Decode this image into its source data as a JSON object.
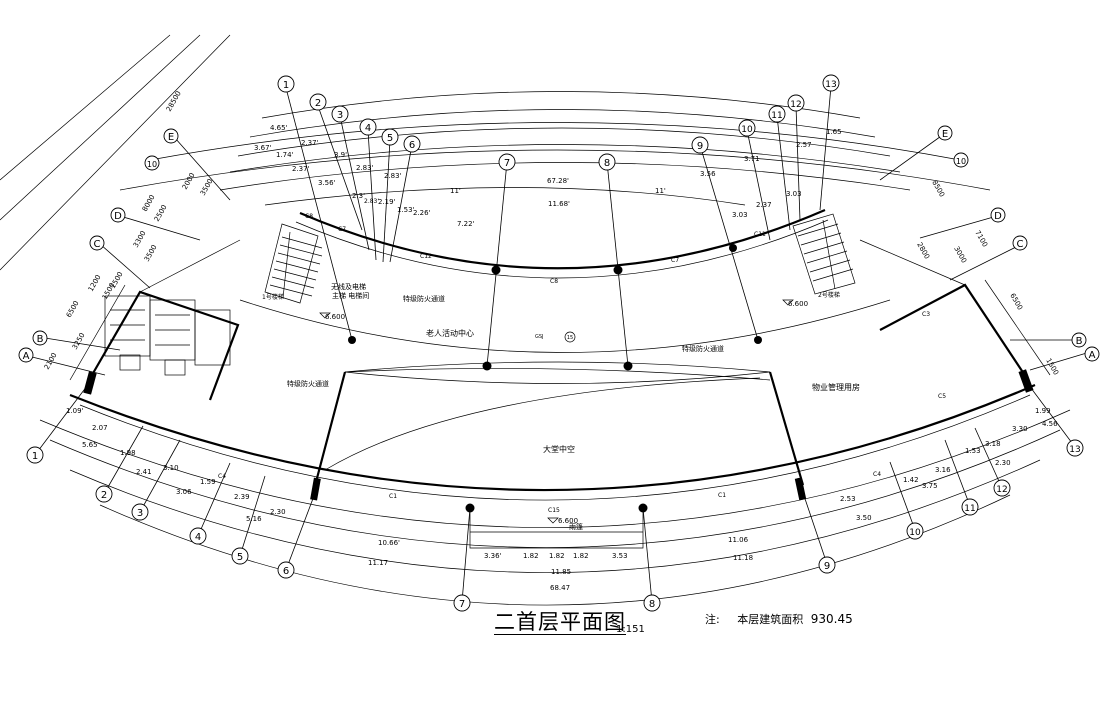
{
  "title": "二首层平面图",
  "scale": "1:151",
  "note": {
    "label": "注:",
    "text": "本层建筑面积",
    "value": "930.45"
  },
  "rooms": {
    "activity_center": "老人活动中心",
    "hall": "大堂中空",
    "property_office": "物业管理用房",
    "fire_corridor": "特级防火通道",
    "fire_corridor_right": "特级防火通道",
    "fire_corridor_left": "特级防火通道",
    "control_room": "无线及电梯",
    "elevator_room": "主梯 电梯间",
    "canopy": "雨篷",
    "stair_left": "1号楼梯",
    "stair_right": "2号楼梯"
  },
  "axes": {
    "numbers": [
      "1",
      "2",
      "3",
      "4",
      "5",
      "6",
      "7",
      "8",
      "9",
      "10",
      "11",
      "12",
      "13"
    ],
    "letters": [
      "A",
      "B",
      "C",
      "D",
      "E"
    ]
  },
  "levels": [
    "6.600",
    "6.600",
    "6.600"
  ],
  "dims_top_outer": [
    "67.28'"
  ],
  "dims_top_mid": [
    "11'",
    "11.68'",
    "11'"
  ],
  "dims_top_left": [
    "4.65'",
    "2.37'",
    "3.67'",
    "1.74'",
    "2.37'",
    "3.9'",
    "3.56'",
    "2.83'",
    "2.83'",
    "2.3'",
    "2.19'",
    "2.83'",
    "1.53'",
    "2.26'",
    "7.22'"
  ],
  "dims_top_right": [
    "3.56",
    "3.71",
    "2.57",
    "1.65",
    "3.03",
    "2.37",
    "3.03"
  ],
  "dims_bottom_outer": [
    "68.47"
  ],
  "dims_bottom_mid": [
    "11.17",
    "11.85",
    "11.18"
  ],
  "dims_bottom_inner": [
    "10.66'",
    "11.06"
  ],
  "dims_bottom_canopy": [
    "3.36'",
    "1.82",
    "1.82",
    "1.82",
    "3.53"
  ],
  "dims_left_bottom": [
    "1.09'",
    "2.07",
    "5.65",
    "1.98",
    "2.41",
    "3.10",
    "3.06",
    "1.59",
    "2.39",
    "5.16",
    "2.30"
  ],
  "dims_right_bottom": [
    "1.99",
    "4.56",
    "3.16",
    "3.30",
    "2.30",
    "3.18",
    "1.53",
    "1.42",
    "3.75",
    "2.53",
    "3.50"
  ],
  "dims_left_side": [
    "2000",
    "3500",
    "2500",
    "3300",
    "3500",
    "1500",
    "1200",
    "6500",
    "3250",
    "28500",
    "1500",
    "2100",
    "8000"
  ],
  "dims_right_side": [
    "8500",
    "7100",
    "3000",
    "2800",
    "1500",
    "6500"
  ],
  "tags": [
    "C8",
    "C8",
    "C1",
    "C1",
    "C3",
    "C4",
    "C4",
    "C7",
    "C7",
    "C15",
    "C12",
    "C5",
    "C11"
  ],
  "misc_labels": [
    "GSJ",
    "15"
  ]
}
